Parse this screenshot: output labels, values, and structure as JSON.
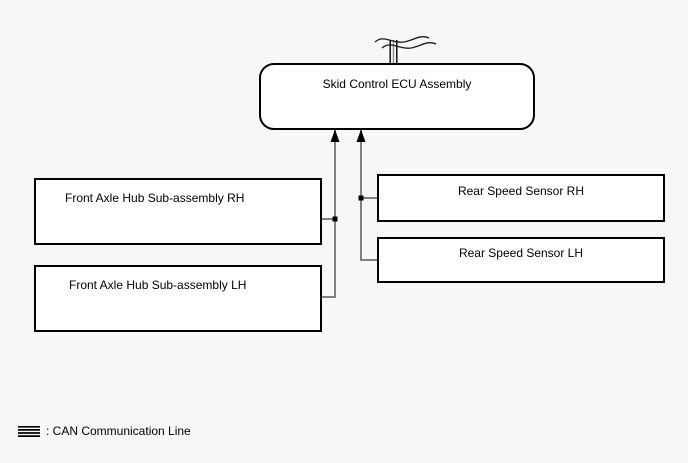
{
  "diagram": {
    "nodes": {
      "ecu": "Skid Control ECU Assembly",
      "front_axle_hub_rh": "Front Axle Hub Sub-assembly RH",
      "front_axle_hub_lh": "Front Axle Hub Sub-assembly LH",
      "rear_speed_sensor_rh": "Rear Speed Sensor RH",
      "rear_speed_sensor_lh": "Rear Speed Sensor LH"
    },
    "legend": {
      "symbol": "can-line-symbol",
      "text": ": CAN Communication Line"
    },
    "colors": {
      "background": "#f7f7f7",
      "box_fill": "#ffffff",
      "box_border": "#000000",
      "wire": "#808080",
      "arrow": "#000000",
      "text": "#000000"
    }
  }
}
